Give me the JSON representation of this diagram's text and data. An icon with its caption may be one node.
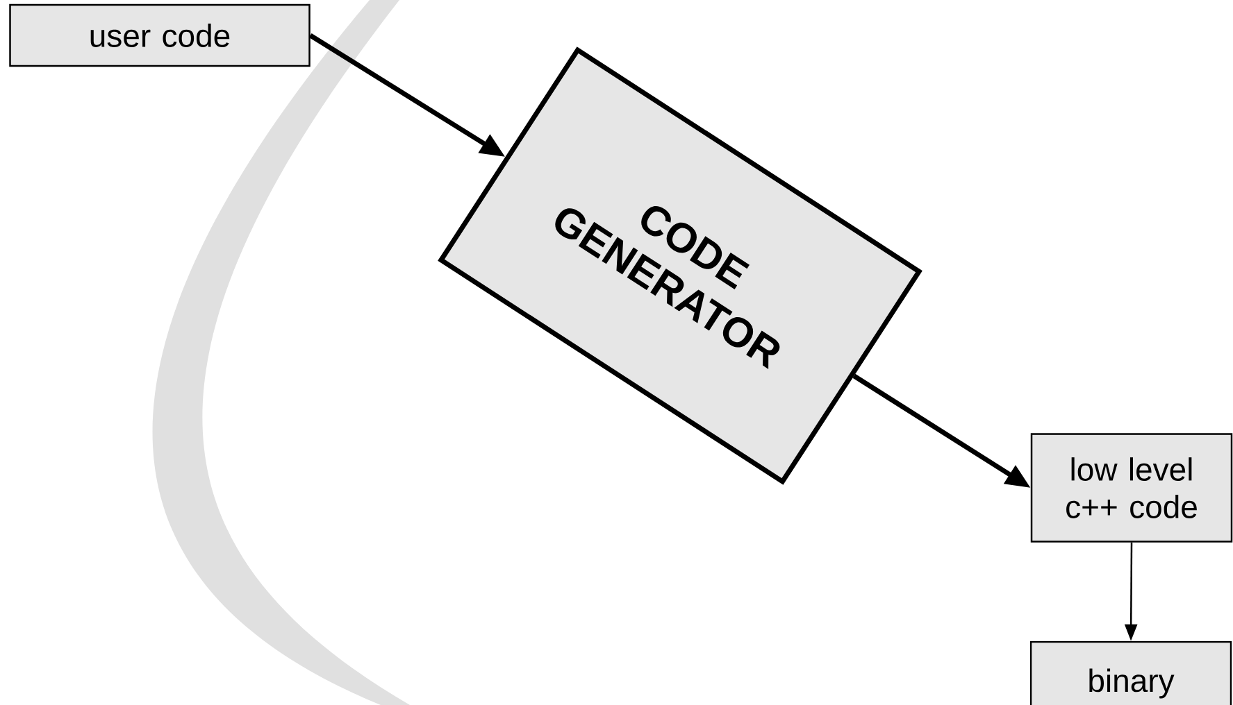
{
  "diagram": {
    "nodes": [
      {
        "text": [
          "user code"
        ]
      },
      {
        "text": [
          "CODE GENERATOR"
        ]
      },
      {
        "text": [
          "low level c++ code"
        ]
      },
      {
        "text": [
          "binary"
        ]
      }
    ],
    "edges": [
      {
        "from": 0,
        "to": 1,
        "arrow": "to"
      },
      {
        "from": 1,
        "to": 2,
        "arrow": "to"
      },
      {
        "from": 2,
        "to": 3,
        "arrow": "to"
      }
    ]
  }
}
